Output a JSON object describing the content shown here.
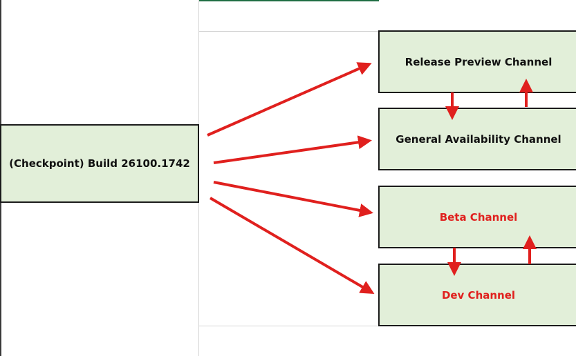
{
  "diagram": {
    "source": {
      "label": "(Checkpoint) Build 26100.1742"
    },
    "channels": [
      {
        "id": "release-preview",
        "label": "Release Preview Channel",
        "highlight": false
      },
      {
        "id": "general-availability",
        "label": "General Availability Channel",
        "highlight": false
      },
      {
        "id": "beta",
        "label": "Beta Channel",
        "highlight": true
      },
      {
        "id": "dev",
        "label": "Dev Channel",
        "highlight": true
      }
    ]
  },
  "colors": {
    "box_fill": "#e2efd9",
    "box_border": "#1a1a1a",
    "arrow": "#e0201e",
    "highlight_text": "#e0201e",
    "default_text": "#111111"
  }
}
